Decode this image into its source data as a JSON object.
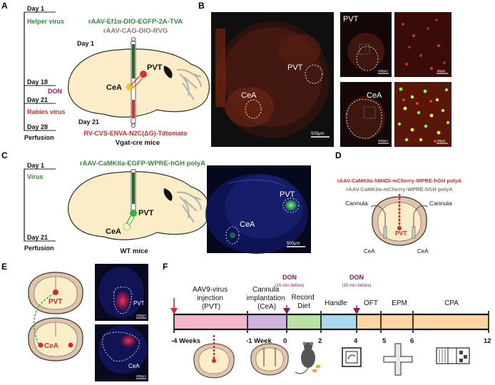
{
  "panels": {
    "A": {
      "letter": "A",
      "timeline": {
        "day1": "Day 1",
        "helper": "Helper virus",
        "day18": "Day 18",
        "don": "DON",
        "day21": "Day 21",
        "rabies": "Rabies virus",
        "day28": "Day 28",
        "perfusion": "Perfusion"
      },
      "virus_green": "rAAV-Ef1α-DIO-EGFP-2A-TVA",
      "virus_gray": "rAAV-CAG-DIO-RVG",
      "inj_day1": "Day 1",
      "inj_day21": "Day 21",
      "pvt": "PVT",
      "cea": "CeA",
      "virus_red": "RV-CVS-ENVA-N2C(ΔG)-Tdtomato",
      "mouse": "Vgat-cre mice"
    },
    "B": {
      "letter": "B",
      "pvt": "PVT",
      "cea": "CeA",
      "scale_main": "500μm",
      "inset_pvt": "PVT",
      "inset_cea": "CeA",
      "scale_small1": "200μm",
      "scale_small2": "50μm",
      "scale_small3": "200μm",
      "scale_small4": "50μm"
    },
    "C": {
      "letter": "C",
      "day1": "Day 1",
      "virus_label": "Virus",
      "day21": "Day 21",
      "perfusion": "Perfusion",
      "virus_green": "rAAV-CaMKIIa-EGFP-WPRE-hGH polyA",
      "pvt": "PVT",
      "cea": "CeA",
      "mouse": "WT mice",
      "img_pvt": "PVT",
      "img_cea": "CeA",
      "scale": "500μm"
    },
    "D": {
      "letter": "D",
      "virus_red": "rAAV-CaMKIIa-hM4Di-mCherry-WPRE-hGH polyA",
      "virus_gray": "rAAV-CaMKIIa-mCherry-WPRE-hGH polyA",
      "cannula_left": "Cannula",
      "cannula_right": "Cannula",
      "pvt": "PVT",
      "cea_left": "CeA",
      "cea_right": "CeA"
    },
    "E": {
      "letter": "E",
      "pvt": "PVT",
      "cea": "CeA",
      "img_pvt": "PVT",
      "img_cea": "CeA",
      "scale1": "200μm",
      "scale2": "200μm"
    },
    "F": {
      "letter": "F",
      "seg_labels": {
        "aav": "AAV9-virus injection (PVT)",
        "cannula": "Cannula implantation (CeA)",
        "record": "Record Diet",
        "handle": "Handle",
        "oft": "OFT",
        "epm": "EPM",
        "cpa": "CPA"
      },
      "don1": "DON",
      "don1_sub": "(15 min before)",
      "don2": "DON",
      "don2_sub": "(15 min before)",
      "ticks": [
        "-4 Weeks",
        "-1 Week",
        "0",
        "2",
        "4",
        "5",
        "6",
        "12"
      ],
      "colors": {
        "aav": "#f4b6cc",
        "cannula": "#cdb3dd",
        "record": "#b9e3a4",
        "handle": "#a9d9ee",
        "oft": "#fbd6a3",
        "epm": "#fbd6a3",
        "cpa": "#fbd6a3"
      }
    }
  }
}
